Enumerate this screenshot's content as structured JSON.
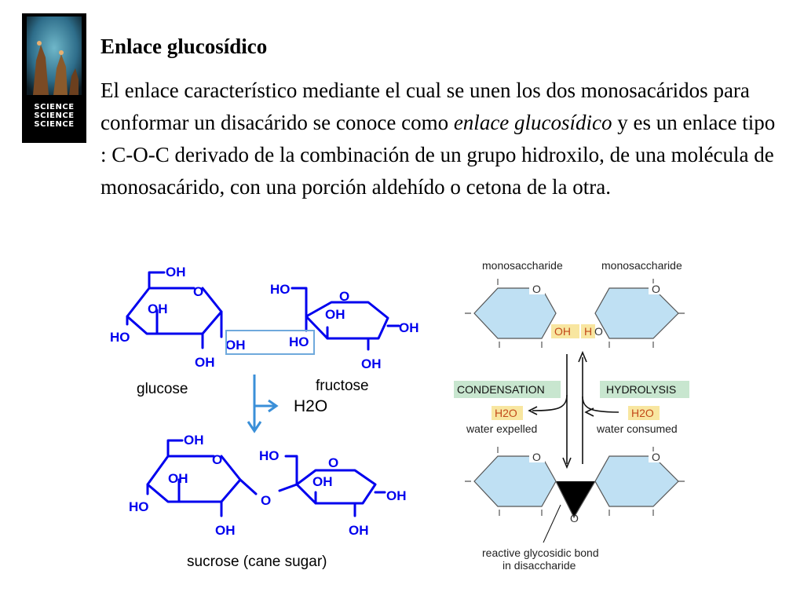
{
  "logo": {
    "lines": [
      "SCIENCE",
      "SCIENCE",
      "SCIENCE"
    ]
  },
  "slide": {
    "title": "Enlace glucosídico",
    "para_1": "El enlace característico mediante el cual se unen los dos monosacáridos para conformar un disacárido se conoce como ",
    "para_italic": "enlace glucosídico",
    "para_2": " y es un enlace tipo : C-O-C derivado de la combinación de un grupo hidroxilo, de una molécula de monosacárido, con una porción aldehído o cetona de la otra."
  },
  "left_diagram": {
    "oh": "OH",
    "ho": "HO",
    "o": "O",
    "glucose": "glucose",
    "fructose": "fructose",
    "water": "H2O",
    "sucrose": "sucrose (cane sugar)",
    "colors": {
      "bond": "#0000ee",
      "arrow": "#3a8fd8",
      "box": "#6fa9dc"
    }
  },
  "right_diagram": {
    "mono_1": "monosaccharide",
    "mono_2": "monosaccharide",
    "o": "O",
    "oh": "OH",
    "h": "H",
    "condensation": "CONDENSATION",
    "hydrolysis": "HYDROLYSIS",
    "h2o_left": "H2O",
    "h2o_right": "H2O",
    "water_expelled": "water expelled",
    "water_consumed": "water consumed",
    "bond_label_1": "reactive glycosidic bond",
    "bond_label_2": "in disaccharide",
    "colors": {
      "ring_fill": "#bfe0f3",
      "label_bg": "#c8e6cf",
      "highlight": "#f8e6a0",
      "highlight_text": "#c24a1a"
    }
  }
}
